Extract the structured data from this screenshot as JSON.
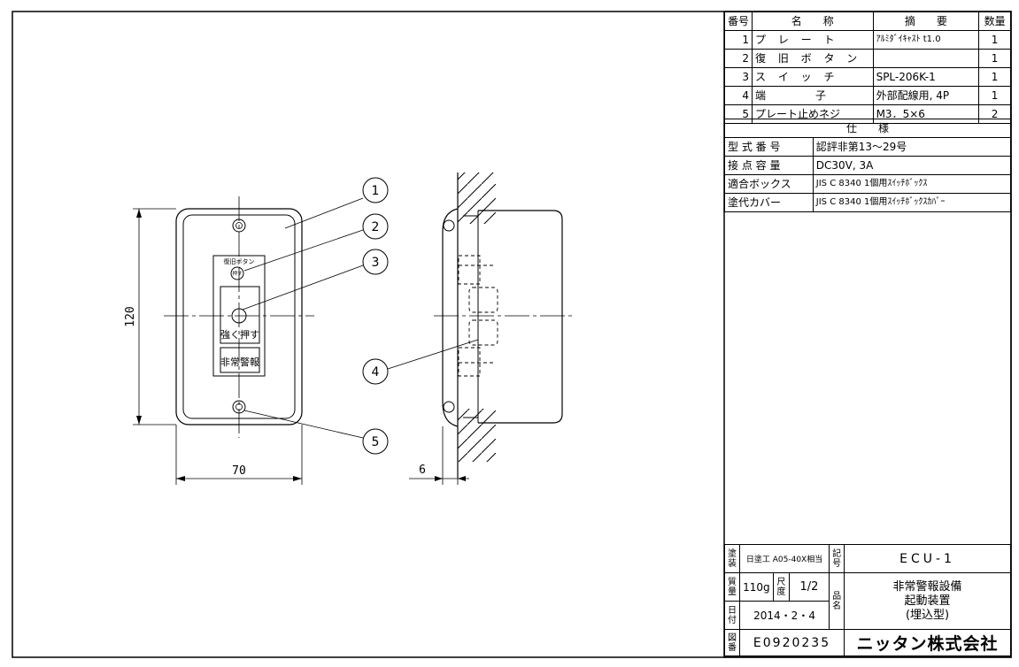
{
  "parts_table": {
    "headers": [
      "番号",
      "名　　称",
      "摘　　要",
      "数量"
    ],
    "rows": [
      {
        "no": "1",
        "name": "プ レ ー ト",
        "note": "ｱﾙﾐﾀﾞｲｷｬｽﾄ t1.0",
        "qty": "1"
      },
      {
        "no": "2",
        "name": "復 旧 ボ タ ン",
        "note": "",
        "qty": "1"
      },
      {
        "no": "3",
        "name": "ス イ ッ チ",
        "note": "SPL-206K-1",
        "qty": "1"
      },
      {
        "no": "4",
        "name": "端　　　子",
        "note": "外部配線用, 4P",
        "qty": "1"
      },
      {
        "no": "5",
        "name": "プレート止めネジ",
        "note": "M3．5×6",
        "qty": "2"
      }
    ]
  },
  "spec": {
    "title": "仕　　様",
    "rows": [
      {
        "label": "型 式 番 号",
        "value": "認評非第13～29号"
      },
      {
        "label": "接 点 容 量",
        "value": "DC30V, 3A"
      },
      {
        "label": "適合ボックス",
        "value": "JIS C 8340 1個用ｽｲｯﾁﾎﾞｯｸｽ"
      },
      {
        "label": "塗代カバー",
        "value": "JIS C 8340 1個用ｽｲｯﾁﾎﾞｯｸｽｶﾊﾞｰ"
      }
    ]
  },
  "title_block": {
    "paint_label": "塗装",
    "paint_value": "日塗工 A05-40X相当",
    "code_label": "記号",
    "code_value": "ECU-1",
    "mass_label": "質量",
    "mass_value": "110g",
    "scale_label": "尺度",
    "scale_num": "1",
    "scale_den": "2",
    "name_label": "品名",
    "name_line1": "非常警報設備",
    "name_line2": "起動装置",
    "name_line3": "(埋込型)",
    "date_label": "日付",
    "date_value": "2014・2・4",
    "drawing_no_label": "図番",
    "drawing_no": "E0920235",
    "company": "ニッタン株式会社"
  },
  "drawing": {
    "dim_width": "70",
    "dim_height": "120",
    "dim_depth": "6",
    "callouts": [
      "1",
      "2",
      "3",
      "4",
      "5"
    ],
    "label_reset_button": "復旧ボタン",
    "label_reset_small": "押す",
    "label_push": "強く押す",
    "label_emergency": "非常警報"
  }
}
